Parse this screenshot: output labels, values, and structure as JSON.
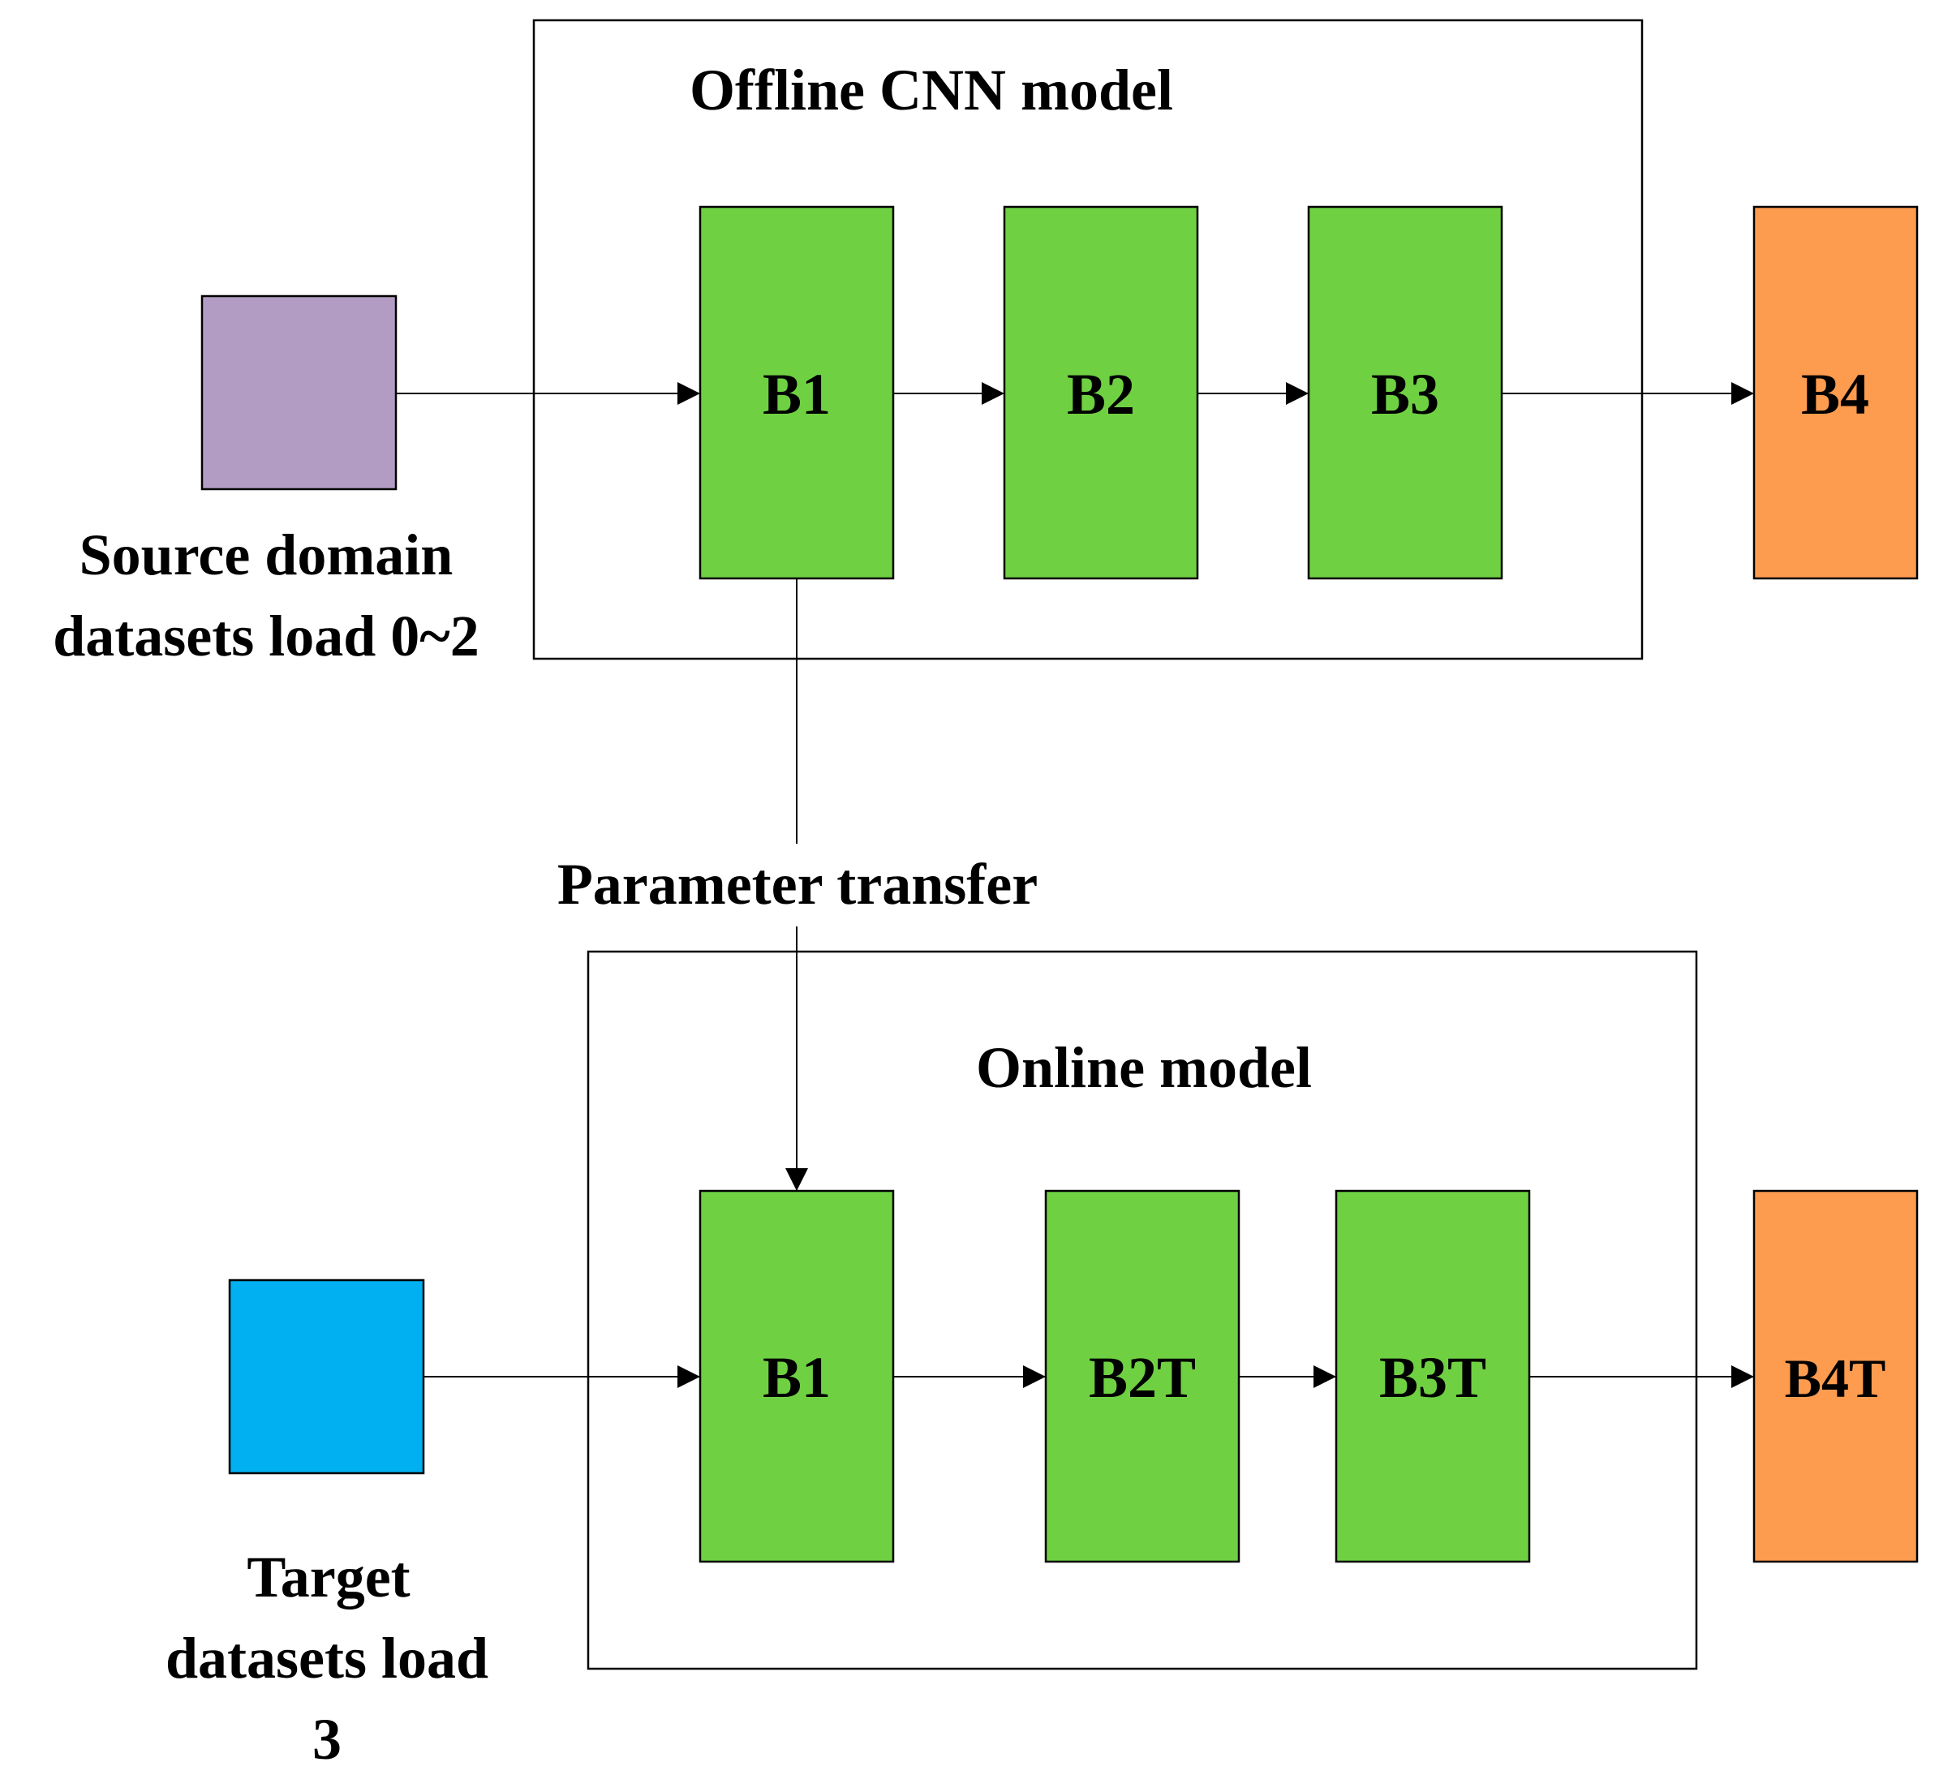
{
  "offline": {
    "title": "Offline CNN model",
    "blocks": [
      "B1",
      "B2",
      "B3"
    ],
    "output": "B4"
  },
  "online": {
    "title": "Online model",
    "blocks": [
      "B1",
      "B2T",
      "B3T"
    ],
    "output": "B4T"
  },
  "source": {
    "line1": "Source domain",
    "line2": "datasets load 0~2"
  },
  "target": {
    "line1": "Target",
    "line2": "datasets load",
    "line3": "3"
  },
  "transfer_label": "Parameter transfer",
  "colors": {
    "block": "#6fd142",
    "output": "#fd9b4f",
    "source": "#b39cc4",
    "target": "#00b0f0"
  }
}
